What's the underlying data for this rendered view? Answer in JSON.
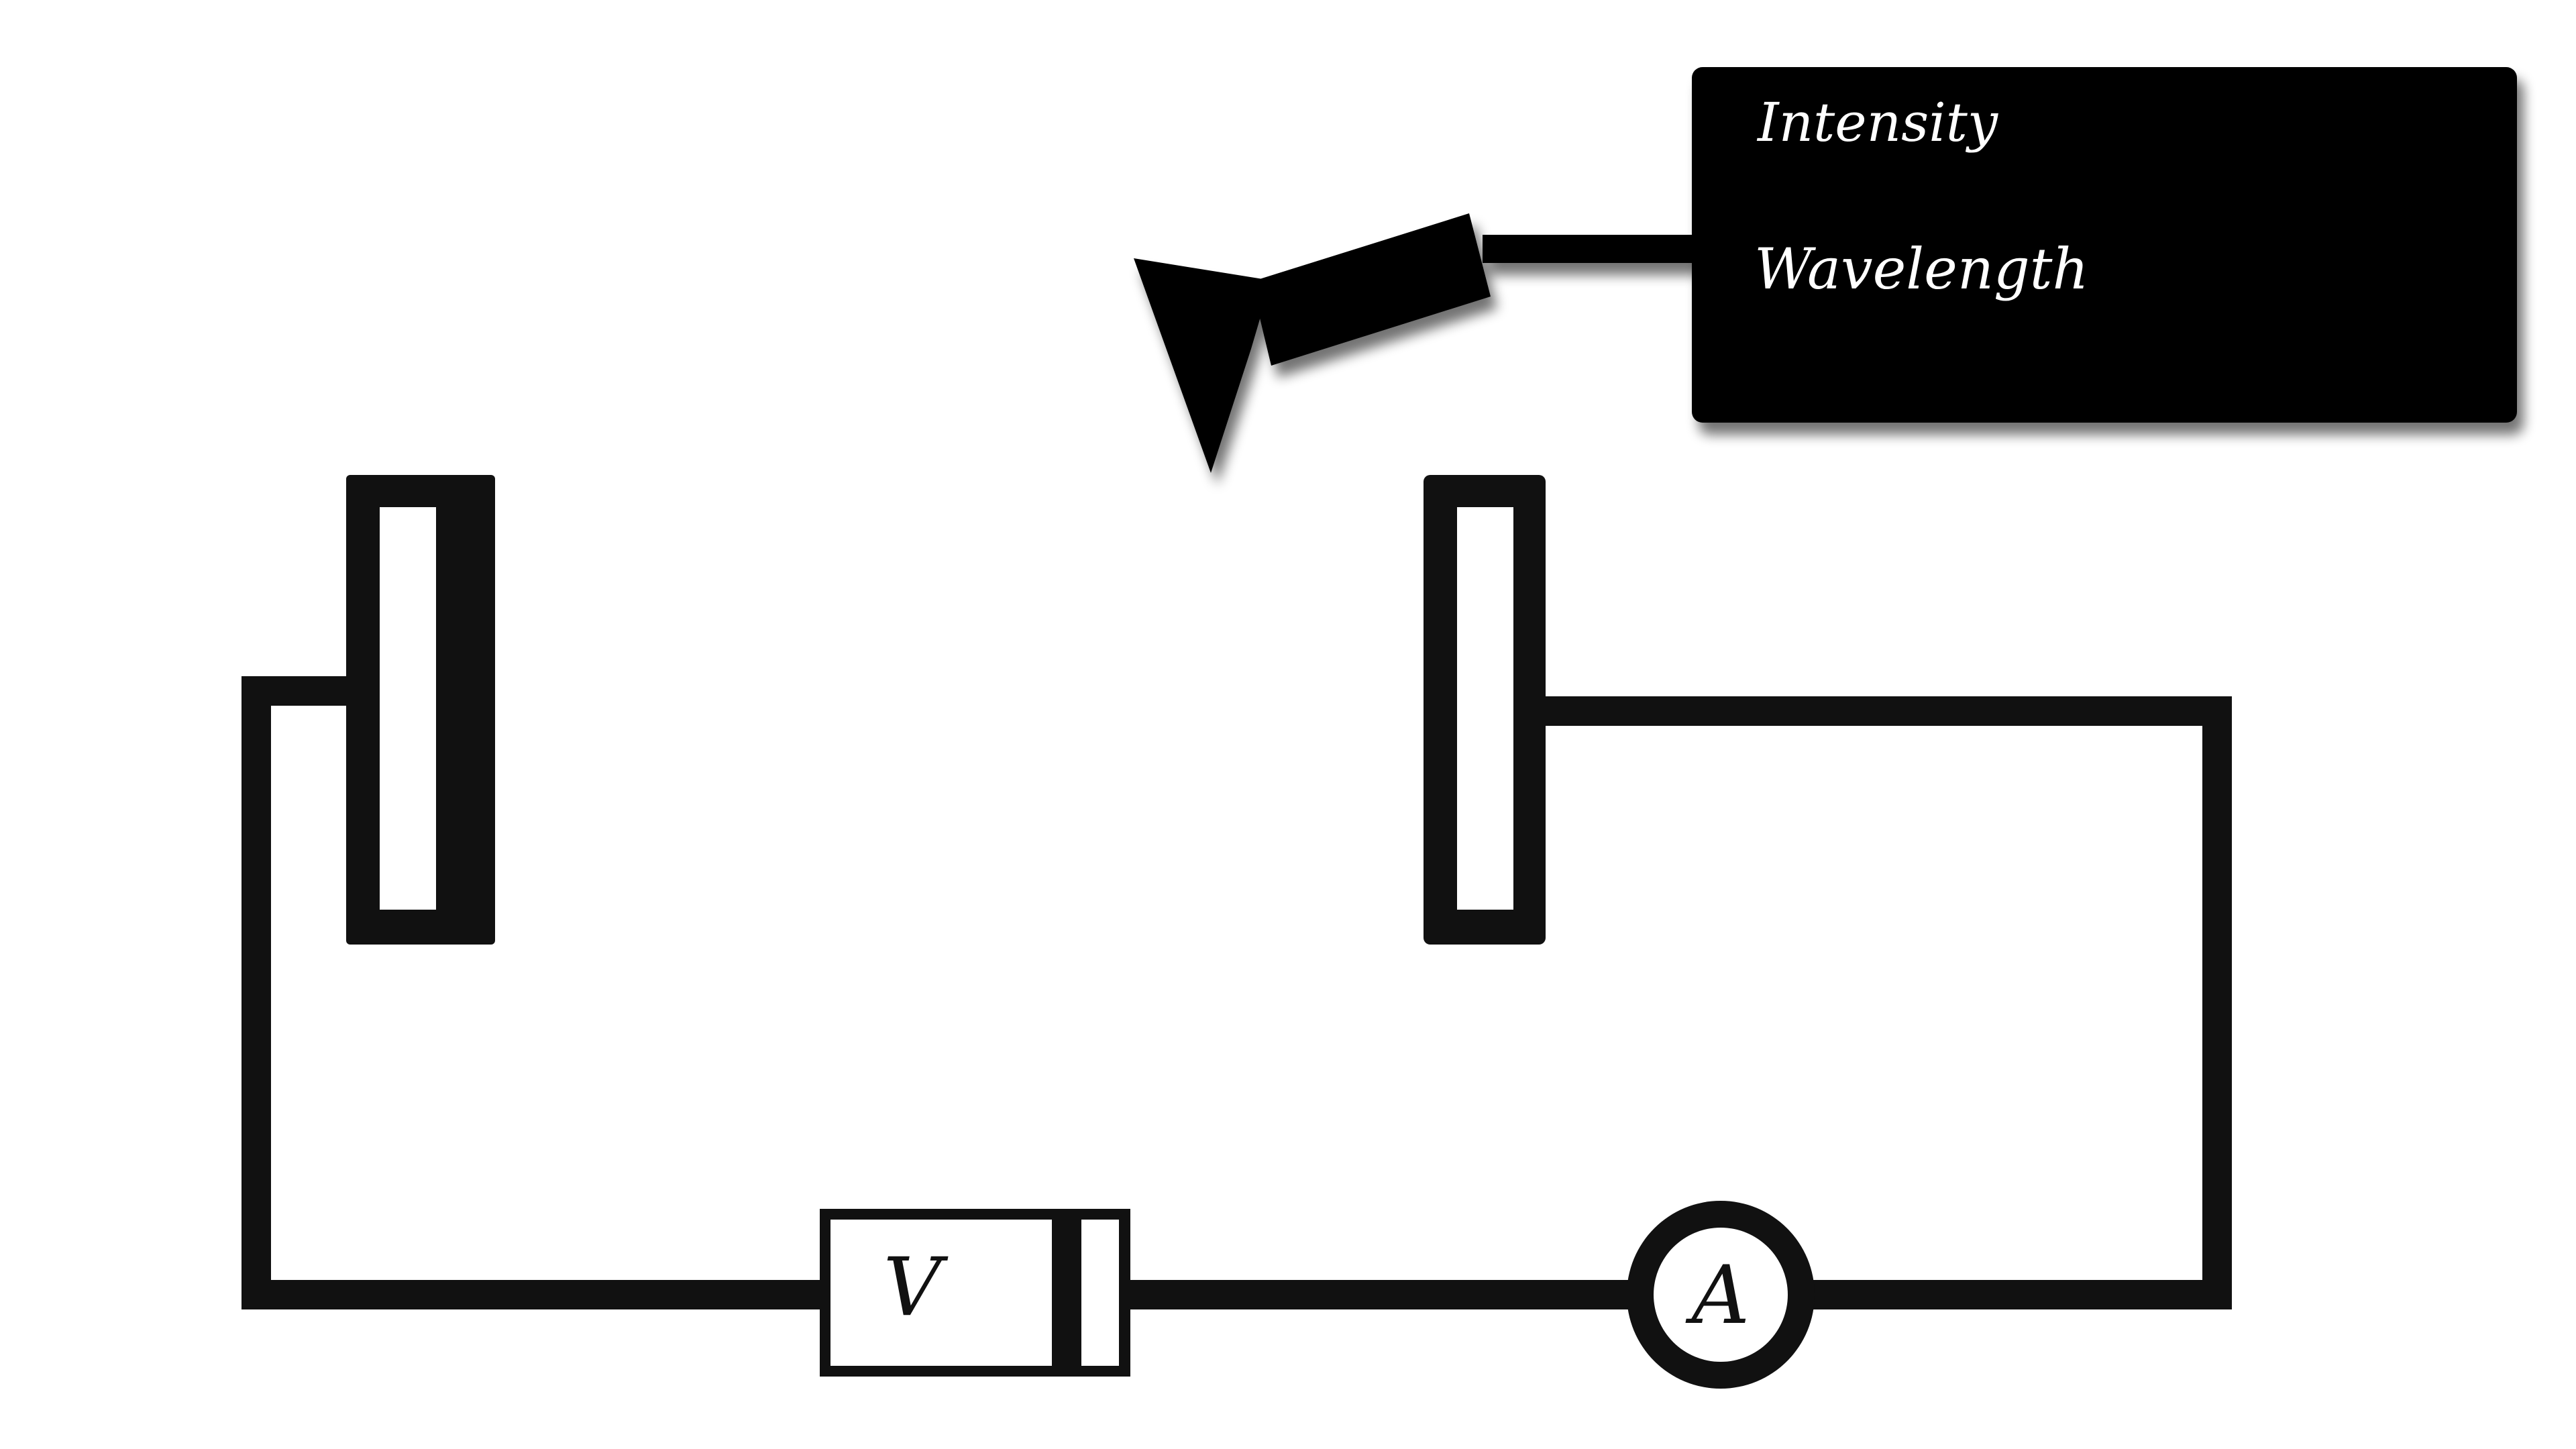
{
  "diagram": {
    "control_box": {
      "intensity_label": "Intensity",
      "wavelength_label": "Wavelength"
    },
    "voltage_source": {
      "symbol": "V"
    },
    "ammeter": {
      "symbol": "A"
    },
    "colors": {
      "ink": "#111111",
      "box_fill": "#000000",
      "label_text": "#ffffff",
      "background": "#ffffff"
    },
    "icons": {
      "light_source": "lamp-horn-icon"
    }
  }
}
